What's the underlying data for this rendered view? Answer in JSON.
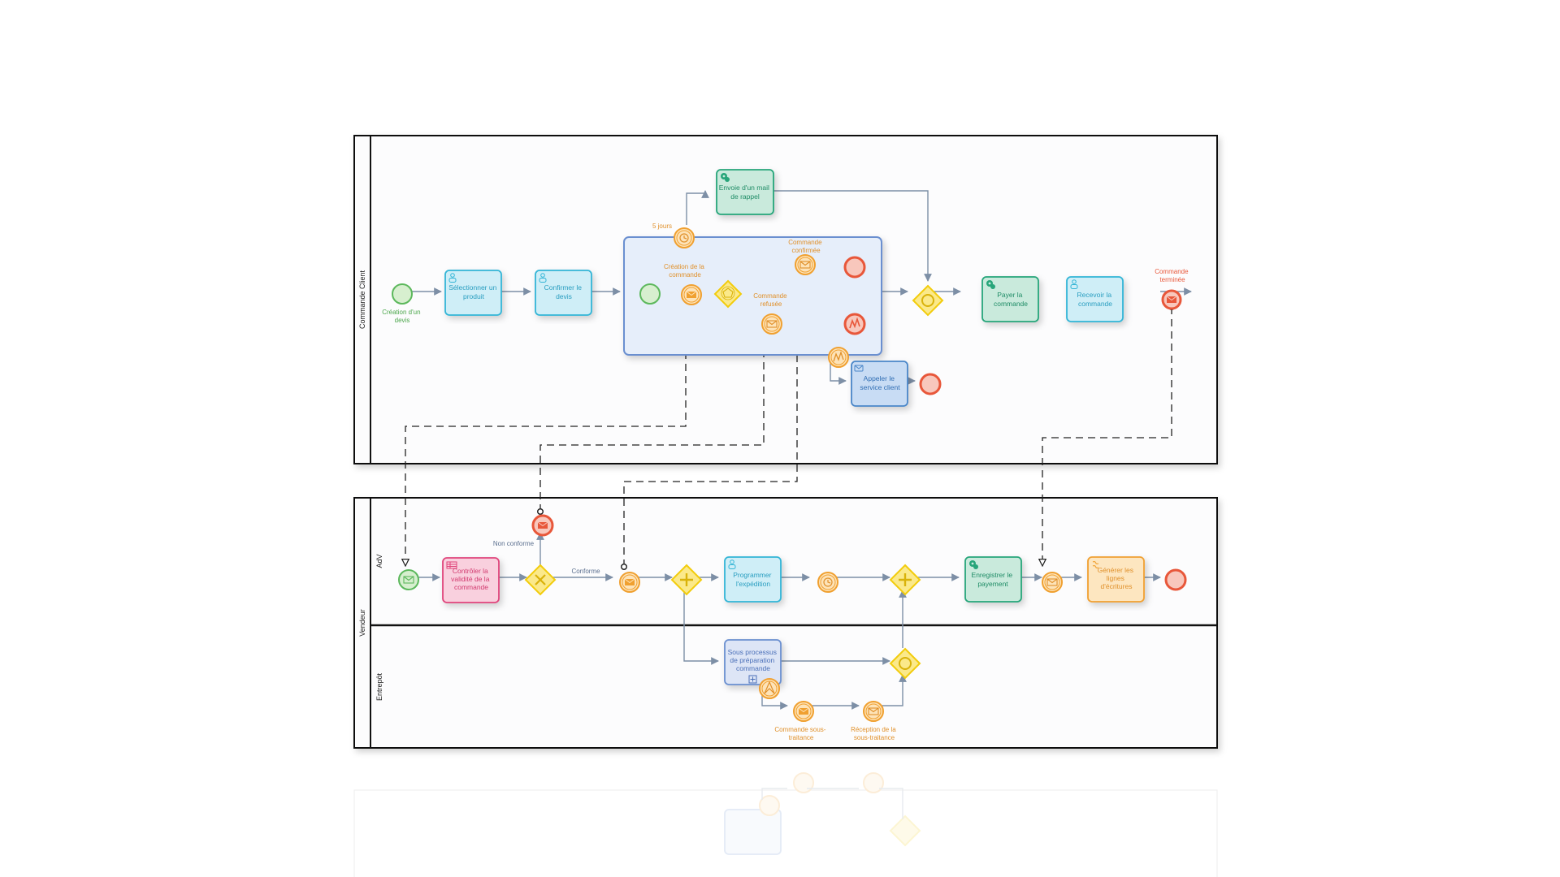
{
  "pools": {
    "client": {
      "label": "Commande Client"
    },
    "vendor": {
      "label": "Vendeur",
      "lanes": {
        "adv": "AdV",
        "entrepot": "Entrepôt"
      }
    }
  },
  "tasks": {
    "select_product": [
      "Sélectionner un",
      "produit"
    ],
    "confirm_quote": [
      "Confirmer le",
      "devis"
    ],
    "reminder_mail": [
      "Envoie d'un mail",
      "de rappel"
    ],
    "call_service": [
      "Appeler le",
      "service client"
    ],
    "pay_order": [
      "Payer la",
      "commande"
    ],
    "receive_order": [
      "Recevoir la",
      "commande"
    ],
    "check_order": [
      "Contrôler la",
      "validité de la",
      "commande"
    ],
    "schedule_shipping": [
      "Programmer",
      "l'expédition"
    ],
    "record_payment": [
      "Enregistrer le",
      "payement"
    ],
    "generate_entries": [
      "Générer les",
      "lignes",
      "d'écritures"
    ],
    "prep_subprocess": [
      "Sous processus",
      "de préparation",
      "commande"
    ]
  },
  "events": {
    "quote_created": [
      "Création d'un",
      "devis"
    ],
    "five_days": "5 jours",
    "order_created": [
      "Création de la",
      "commande"
    ],
    "order_confirmed": [
      "Commande",
      "confirmée"
    ],
    "order_refused": [
      "Commande",
      "refusée"
    ],
    "order_done": [
      "Commande",
      "terminée"
    ],
    "subcontract_order": [
      "Commande sous-",
      "traitance"
    ],
    "subcontract_receipt": [
      "Réception de la",
      "sous-traitance"
    ]
  },
  "flow_labels": {
    "non_compliant": "Non conforme",
    "compliant": "Conforme"
  },
  "colors": {
    "start_green": "#5cb85c",
    "end_red": "#e8573a",
    "orange": "#f0a030",
    "gateway_yellow": "#f2cc0c",
    "task_cyan": "#33b5d6",
    "task_green": "#27a57a",
    "task_blue": "#4a86c8",
    "task_pink": "#e0457b",
    "task_orange": "#f0a030",
    "subprocess_blue": "#6a8fd0"
  }
}
